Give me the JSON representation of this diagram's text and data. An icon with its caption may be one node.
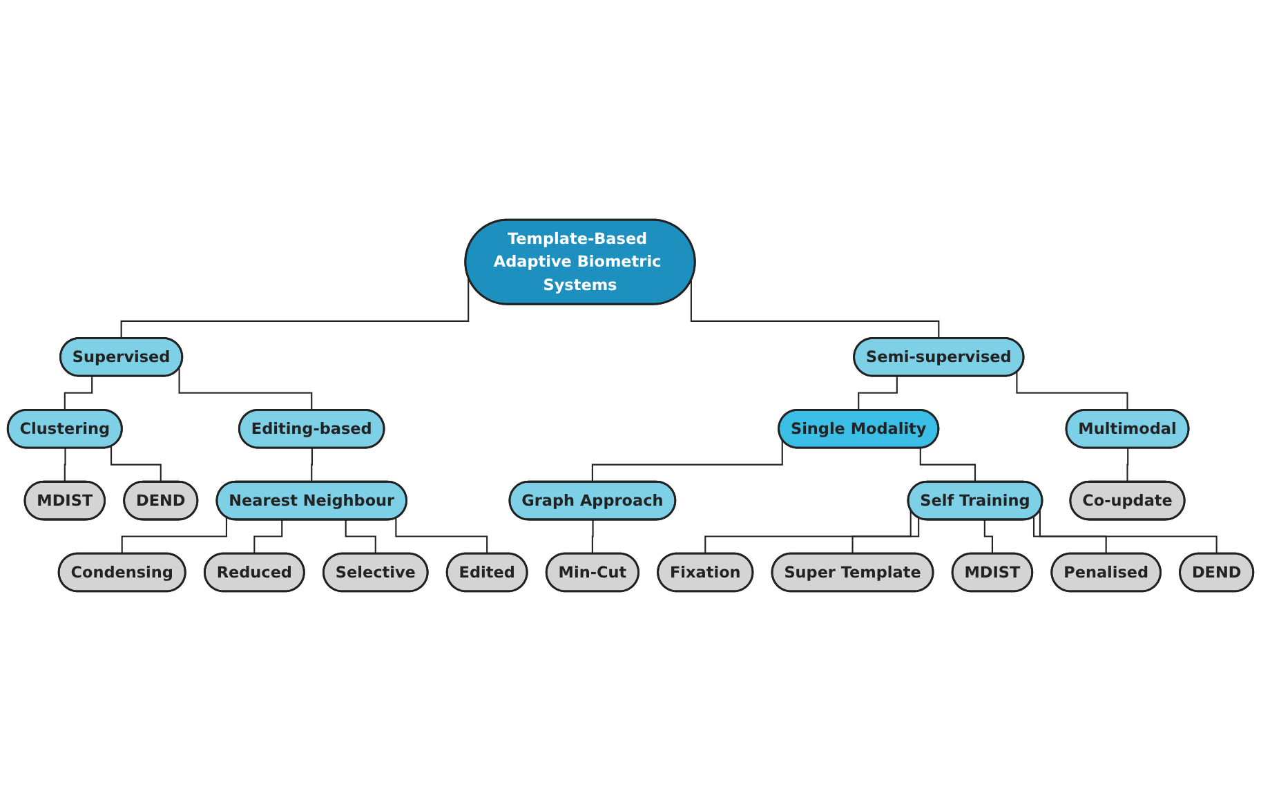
{
  "diagram": {
    "nodes": [
      {
        "text": [
          "Template-Based Adaptive Biometric Systems"
        ]
      },
      {
        "text": [
          "Supervised"
        ]
      },
      {
        "text": [
          "Semi-supervised"
        ]
      },
      {
        "text": [
          "Clustering"
        ]
      },
      {
        "text": [
          "Editing-based"
        ]
      },
      {
        "text": [
          "Single Modality"
        ]
      },
      {
        "text": [
          "Multimodal"
        ]
      },
      {
        "text": [
          "MDIST"
        ]
      },
      {
        "text": [
          "DEND"
        ]
      },
      {
        "text": [
          "Nearest Neighbour"
        ]
      },
      {
        "text": [
          "Graph Approach"
        ]
      },
      {
        "text": [
          "Self Training"
        ]
      },
      {
        "text": [
          "Co-update"
        ]
      },
      {
        "text": [
          "Condensing"
        ]
      },
      {
        "text": [
          "Reduced"
        ]
      },
      {
        "text": [
          "Selective"
        ]
      },
      {
        "text": [
          "Edited"
        ]
      },
      {
        "text": [
          "Min-Cut"
        ]
      },
      {
        "text": [
          "Fixation"
        ]
      },
      {
        "text": [
          "Super Template"
        ]
      },
      {
        "text": [
          "MDIST"
        ]
      },
      {
        "text": [
          "Penalised"
        ]
      },
      {
        "text": [
          "DEND"
        ]
      }
    ],
    "edges": [
      {
        "from": 0,
        "to": 1,
        "arrow": "none"
      },
      {
        "from": 0,
        "to": 2,
        "arrow": "none"
      },
      {
        "from": 1,
        "to": 3,
        "arrow": "none"
      },
      {
        "from": 1,
        "to": 4,
        "arrow": "none"
      },
      {
        "from": 2,
        "to": 5,
        "arrow": "none"
      },
      {
        "from": 2,
        "to": 6,
        "arrow": "none"
      },
      {
        "from": 3,
        "to": 7,
        "arrow": "none"
      },
      {
        "from": 3,
        "to": 8,
        "arrow": "none"
      },
      {
        "from": 4,
        "to": 9,
        "arrow": "none"
      },
      {
        "from": 5,
        "to": 10,
        "arrow": "none"
      },
      {
        "from": 5,
        "to": 11,
        "arrow": "none"
      },
      {
        "from": 6,
        "to": 12,
        "arrow": "none"
      },
      {
        "from": 9,
        "to": 13,
        "arrow": "none"
      },
      {
        "from": 9,
        "to": 14,
        "arrow": "none"
      },
      {
        "from": 9,
        "to": 15,
        "arrow": "none"
      },
      {
        "from": 9,
        "to": 16,
        "arrow": "none"
      },
      {
        "from": 10,
        "to": 17,
        "arrow": "none"
      },
      {
        "from": 11,
        "to": 18,
        "arrow": "none"
      },
      {
        "from": 11,
        "to": 19,
        "arrow": "none"
      },
      {
        "from": 11,
        "to": 20,
        "arrow": "none"
      },
      {
        "from": 11,
        "to": 21,
        "arrow": "none"
      },
      {
        "from": 11,
        "to": 22,
        "arrow": "none"
      }
    ]
  }
}
